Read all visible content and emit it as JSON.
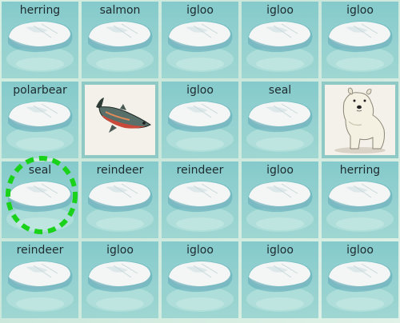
{
  "grid": {
    "rows": 4,
    "cols": 5
  },
  "tiles": [
    {
      "label": "herring",
      "state": "hidden"
    },
    {
      "label": "salmon",
      "state": "hidden"
    },
    {
      "label": "igloo",
      "state": "hidden"
    },
    {
      "label": "igloo",
      "state": "hidden"
    },
    {
      "label": "igloo",
      "state": "hidden"
    },
    {
      "label": "polarbear",
      "state": "hidden"
    },
    {
      "label": "",
      "state": "revealed",
      "picture": "salmon-fish"
    },
    {
      "label": "igloo",
      "state": "hidden"
    },
    {
      "label": "seal",
      "state": "hidden"
    },
    {
      "label": "",
      "state": "revealed",
      "picture": "polar-bear"
    },
    {
      "label": "seal",
      "state": "hidden",
      "selected": true
    },
    {
      "label": "reindeer",
      "state": "hidden"
    },
    {
      "label": "reindeer",
      "state": "hidden"
    },
    {
      "label": "igloo",
      "state": "hidden"
    },
    {
      "label": "herring",
      "state": "hidden"
    },
    {
      "label": "reindeer",
      "state": "hidden"
    },
    {
      "label": "igloo",
      "state": "hidden"
    },
    {
      "label": "igloo",
      "state": "hidden"
    },
    {
      "label": "igloo",
      "state": "hidden"
    },
    {
      "label": "igloo",
      "state": "hidden"
    }
  ],
  "colors": {
    "selector": "#1bd21b",
    "ice_top": "#f3f6f4",
    "ice_edge": "#5aa9b6"
  }
}
